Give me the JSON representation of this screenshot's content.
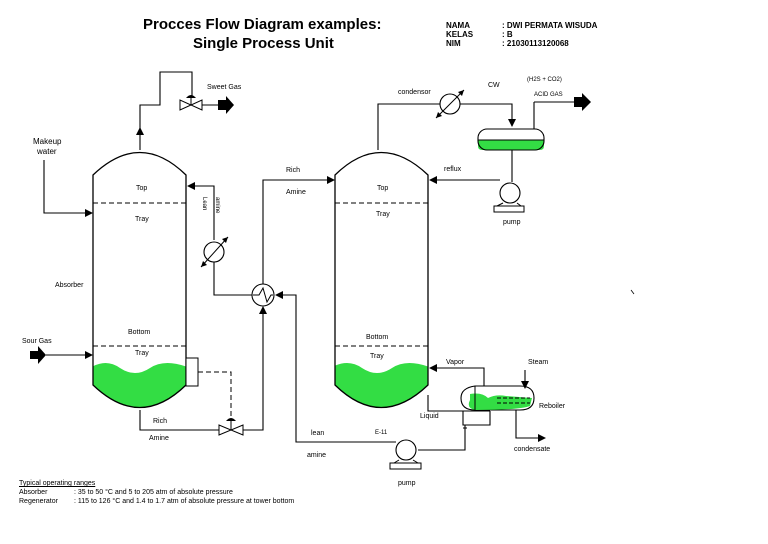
{
  "header": {
    "title_line1": "Procces Flow Diagram examples:",
    "title_line2": "Single Process Unit"
  },
  "student": {
    "name_label": "NAMA",
    "name_value": ": DWI PERMATA WISUDA",
    "class_label": "KELAS",
    "class_value": ": B",
    "nim_label": "NIM",
    "nim_value": ": 21030113120068"
  },
  "labels": {
    "sweet_gas": "Sweet Gas",
    "makeup_line1": "Makeup",
    "makeup_line2": "water",
    "absorber": "Absorber",
    "sour_gas": "Sour Gas",
    "top": "Top",
    "tray": "Tray",
    "bottom": "Bottom",
    "lean_amine_1": "Lean",
    "lean_amine_2": "amine",
    "rich_amine_top_1": "Rich",
    "rich_amine_top_2": "Amine",
    "rich_bottom_1": "Rich",
    "rich_bottom_2": "Amine",
    "condensor": "condensor",
    "cw": "CW",
    "h2s_co2": "(H2S + CO2)",
    "acid_gas": "ACID GAS",
    "reflux": "reflux",
    "pump": "pump",
    "vapor": "Vapor",
    "steam": "Steam",
    "reboiler": "Reboiler",
    "liquid": "Liquid",
    "e11": "E-11",
    "condensate": "condensate",
    "lean": "lean",
    "amine": "amine"
  },
  "footer": {
    "heading": "Typical operating ranges",
    "absorber_label": "Absorber",
    "absorber_value": ": 35 to 50 °C and 5 to 205 atm of absolute pressure",
    "regenerator_label": "Regenerator",
    "regenerator_value": ": 115 to 126 °C and 1.4 to 1.7 atm of absolute pressure at tower bottom"
  },
  "colors": {
    "liquid_green": "#33dd44",
    "line": "#000000"
  }
}
